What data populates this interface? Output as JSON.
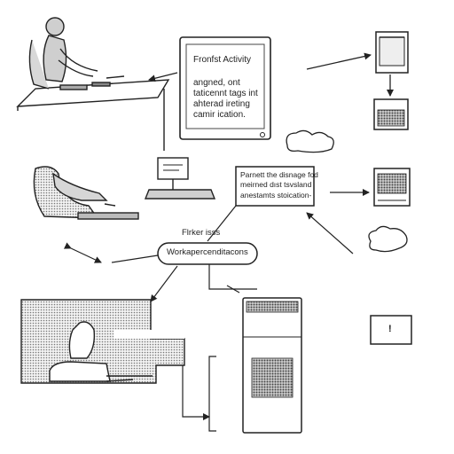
{
  "tablet_card": {
    "title": "Fronfst Activity",
    "lines": [
      "angned, ont",
      "taticennt tags int",
      "ahterad ireting",
      "camir ication."
    ]
  },
  "note_box": {
    "lines": [
      "Parnett the disnage fod",
      "meirned dıst tsvsland",
      "anestamts stoication-"
    ]
  },
  "floating_label": "Flrker isss",
  "pill_label": "Workapercenditacons",
  "alert_icon_glyph": "!",
  "icons": [
    "person-at-desk-icon",
    "tablet-icon",
    "monitor-icon",
    "document-icon",
    "cloud-icon",
    "chair-icon",
    "laptop-icon",
    "server-tower-icon",
    "alert-box-icon",
    "room-icon"
  ]
}
